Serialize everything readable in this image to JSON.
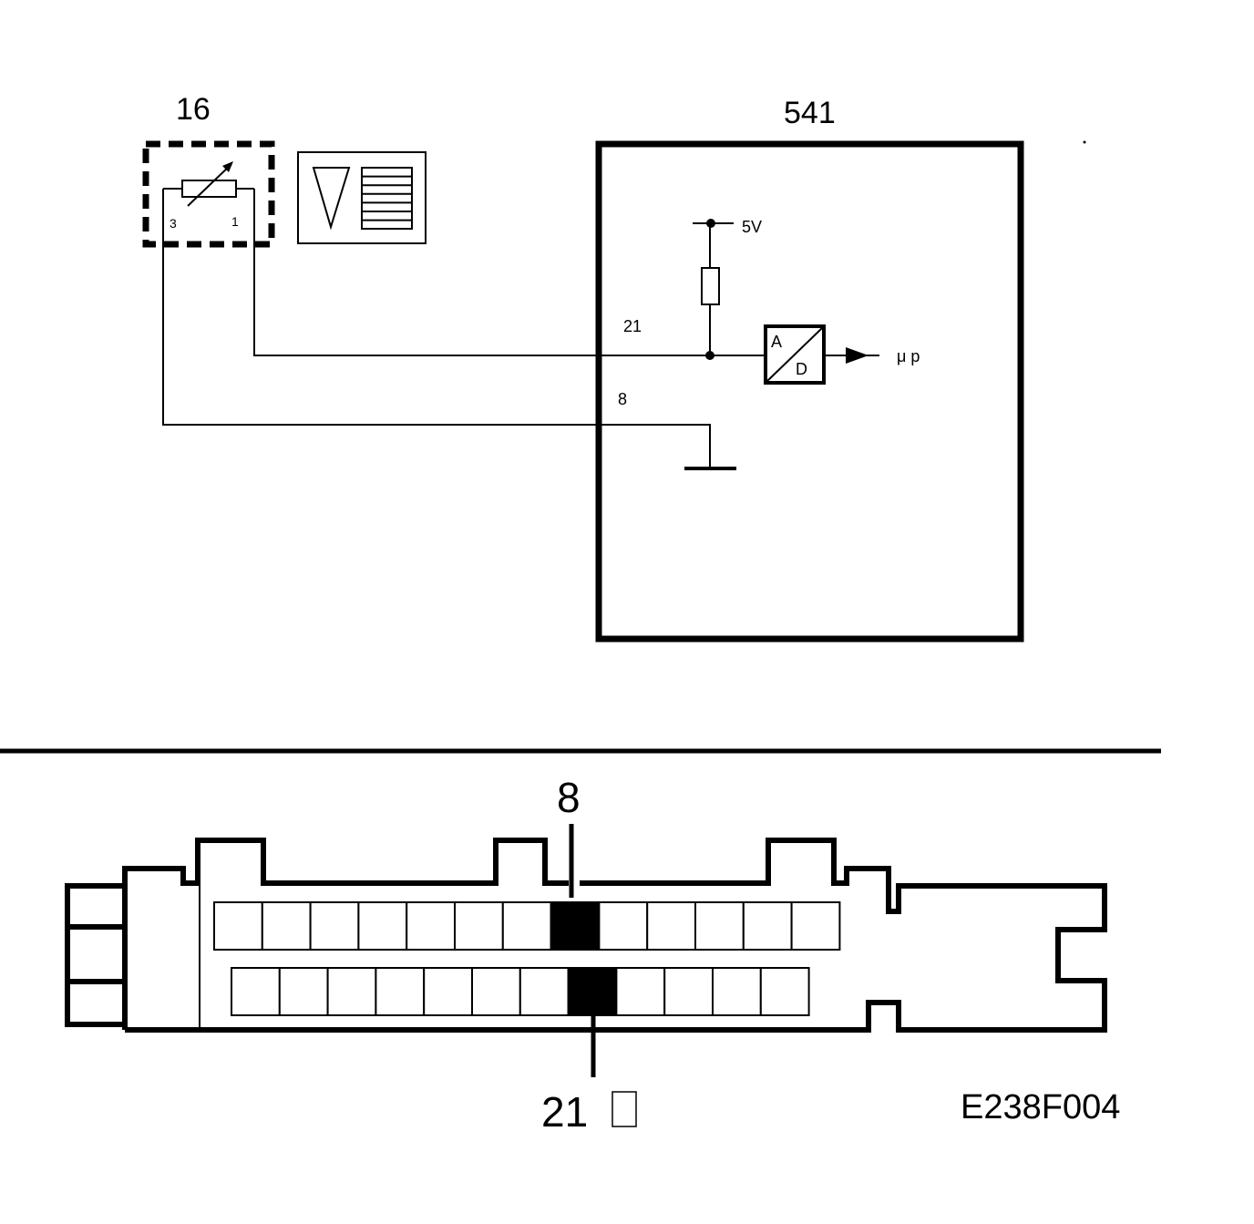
{
  "components": {
    "sensor": {
      "label": "16",
      "pin_left": "3",
      "pin_right": "1"
    },
    "ecu": {
      "label": "541",
      "pin_signal": "21",
      "pin_ground": "8",
      "supply": "5V",
      "adc_in": "A",
      "adc_out": "D",
      "output": "μ p"
    }
  },
  "connector": {
    "top_row_count": 13,
    "bottom_row_count": 12,
    "highlight_top_index": 7,
    "highlight_bottom_index": 7,
    "pin_top_label": "8",
    "pin_bottom_label": "21",
    "pin_bottom_suffix": "□"
  },
  "reference": "E238F004"
}
